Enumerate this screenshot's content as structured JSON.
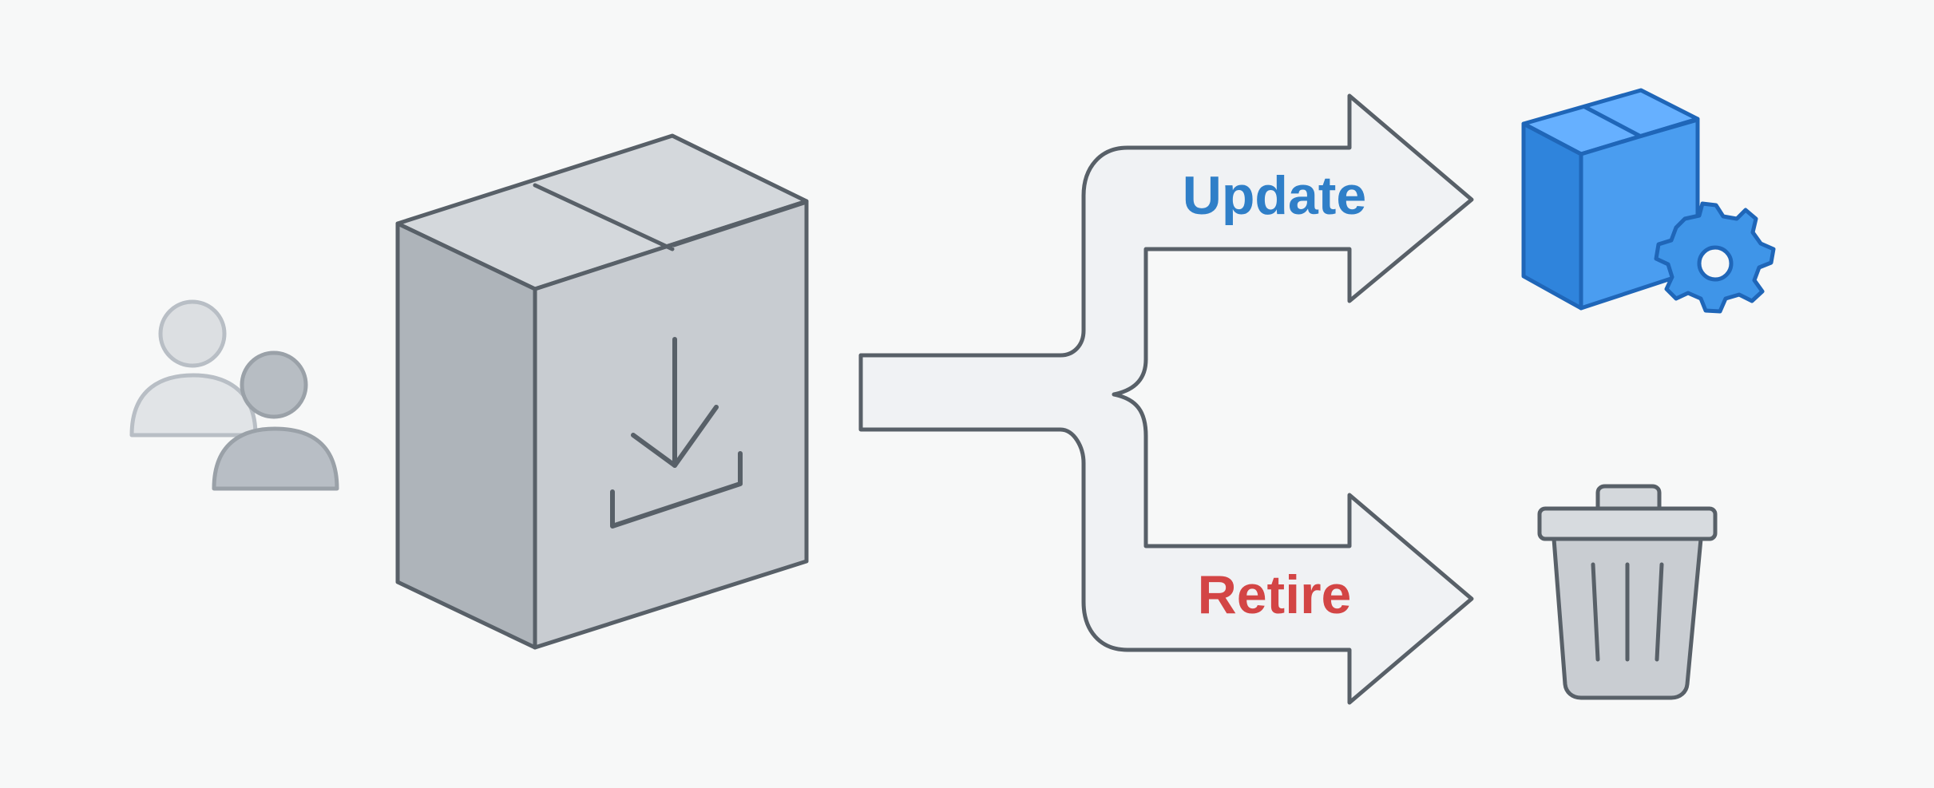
{
  "diagram": {
    "paths": [
      {
        "id": "update",
        "label": "Update",
        "color": "#2f7fc8"
      },
      {
        "id": "retire",
        "label": "Retire",
        "color": "#d34545"
      }
    ],
    "icons": {
      "users": "users-icon",
      "package": "download-package-icon",
      "updated_package": "package-gear-icon",
      "trash": "trash-can-icon"
    },
    "colors": {
      "background": "#f7f8f8",
      "outline": "#4b5563",
      "arrow_fill": "#eef1f3",
      "box_fill": "#c7cbd0",
      "blue_fill": "#3f95e8",
      "blue_stroke": "#1f66b8"
    }
  }
}
